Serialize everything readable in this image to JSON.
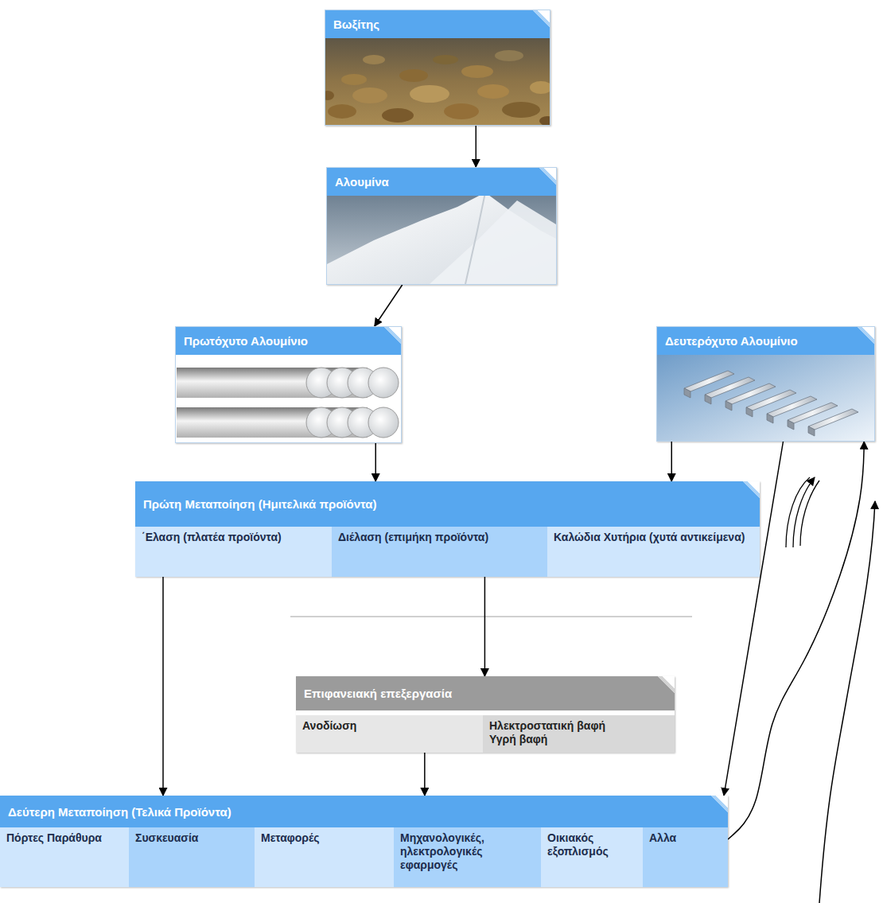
{
  "diagram": {
    "nodes": [
      {
        "text": [
          "Βωξίτης"
        ]
      },
      {
        "text": [
          "Αλουμίνα"
        ]
      },
      {
        "text": [
          "Πρωτόχυτο Αλουμίνιο"
        ]
      },
      {
        "text": [
          "Δευτερόχυτο Αλουμίνιο"
        ]
      },
      {
        "text": [
          "Πρώτη Μεταποίηση (Ημιτελικά προϊόντα)"
        ]
      },
      {
        "text": [
          "΄Ελαση (πλατέα προϊόντα)"
        ],
        "in": 4
      },
      {
        "text": [
          "Διέλαση (επιμήκη προϊόντα)"
        ],
        "in": 4
      },
      {
        "text": [
          "Καλώδια Χυτήρια (χυτά αντικείμενα)"
        ],
        "in": 4
      },
      {
        "text": [
          "Επιφανειακή επεξεργασία"
        ]
      },
      {
        "text": [
          "Ανοδίωση"
        ],
        "in": 8
      },
      {
        "text": [
          "Ηλεκτροστατική βαφή Υγρή βαφή"
        ],
        "in": 8
      },
      {
        "text": [
          "Δεύτερη Μεταποίηση (Τελικά Προϊόντα)"
        ]
      },
      {
        "text": [
          "Πόρτες Παράθυρα"
        ],
        "in": 11
      },
      {
        "text": [
          "Συσκευασία"
        ],
        "in": 11
      },
      {
        "text": [
          "Μεταφορές"
        ],
        "in": 11
      },
      {
        "text": [
          "Μηχανολογικές, ηλεκτρολογικές εφαρμογές"
        ],
        "in": 11
      },
      {
        "text": [
          "Οικιακός εξοπλισμός"
        ],
        "in": 11
      },
      {
        "text": [
          "Αλλα"
        ],
        "in": 11
      }
    ],
    "edges": [
      {
        "from": 0,
        "to": 1,
        "arrow": "to"
      },
      {
        "from": 1,
        "to": 2,
        "arrow": "to"
      },
      {
        "from": 2,
        "to": 4,
        "arrow": "to"
      },
      {
        "from": 3,
        "to": 4,
        "arrow": "to"
      },
      {
        "from": 5,
        "to": 11,
        "arrow": "to"
      },
      {
        "from": 6,
        "to": 8,
        "arrow": "to"
      },
      {
        "from": 8,
        "to": 11,
        "arrow": "to"
      },
      {
        "from": 3,
        "to": 11,
        "arrow": "to"
      },
      {
        "from": 11,
        "to": 3,
        "arrow": "to"
      }
    ]
  }
}
